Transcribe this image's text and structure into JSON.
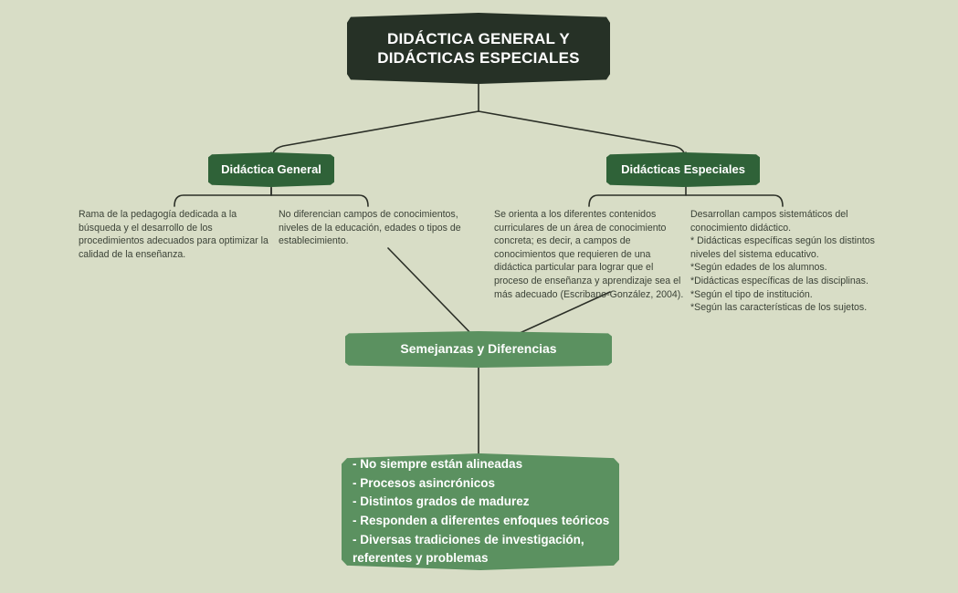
{
  "diagram": {
    "title": "DIDÁCTICA GENERAL Y DIDÁCTICAS ESPECIALES",
    "background_color": "#d8ddc6",
    "colors": {
      "root_node": "#263126",
      "branch_node": "#2f6238",
      "accent_node": "#5b9160",
      "connector_line": "#2b2f27",
      "body_text": "#3b4237",
      "node_text": "#ffffff"
    },
    "root": {
      "label_line1": "DIDÁCTICA GENERAL Y",
      "label_line2": "DIDÁCTICAS ESPECIALES",
      "label": "DIDÁCTICA GENERAL Y DIDÁCTICAS ESPECIALES"
    },
    "branches": [
      {
        "label": "Didáctica General",
        "leaves": [
          "Rama de la pedagogía dedicada a la búsqueda y el desarrollo de los procedimientos adecuados para optimizar la calidad de la enseñanza.",
          "No diferencian campos de conocimientos, niveles de la educación, edades o tipos de establecimiento."
        ]
      },
      {
        "label": "Didácticas Especiales",
        "leaves": [
          "Se orienta a los diferentes contenidos curriculares de un área de conocimiento concreta; es decir, a campos de conocimientos que requieren de una didáctica particular para lograr que el proceso de enseñanza y aprendizaje sea el más adecuado (Escribano-González, 2004).",
          "Desarrollan campos sistemáticos del conocimiento didáctico.\n * Didácticas específicas según los distintos niveles del sistema educativo.\n*Según edades de los alumnos.\n*Didácticas específicas de las disciplinas.\n*Según el tipo de institución.\n*Según las características de los sujetos."
        ]
      }
    ],
    "synthesis": {
      "label": "Semejanzas y Diferencias"
    },
    "conclusions": {
      "items": [
        "- No siempre están alineadas",
        "- Procesos asincrónicos",
        "- Distintos grados de madurez",
        "- Responden a diferentes enfoques teóricos",
        "- Diversas tradiciones de investigación,\n  referentes y problemas"
      ]
    }
  }
}
